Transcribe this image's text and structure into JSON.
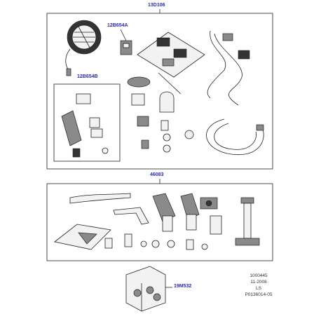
{
  "callouts": {
    "kit_top": "13D106",
    "lamp_switch": "12B654A",
    "bracket_set": "12B654B",
    "kit_bottom": "46083",
    "fastener_box": "19M532"
  },
  "footer": {
    "line1": "1000445",
    "line2": "11-2008",
    "line3": "LS",
    "line4": "P0136014-05"
  }
}
